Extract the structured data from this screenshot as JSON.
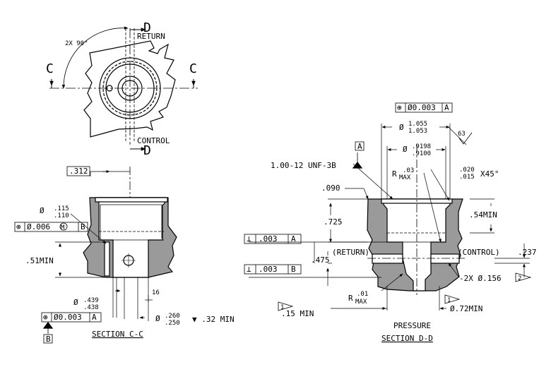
{
  "top_view": {
    "angle_note": "2X 90°",
    "section_c_left": "C",
    "section_c_right": "C",
    "section_d_top": "D",
    "section_d_bottom": "D",
    "return_label": "RETURN",
    "control_label": "CONTROL"
  },
  "section_cc": {
    "offset_dim": ".312",
    "bore_dia_prefix": "Ø",
    "bore_dia_upper": ".115",
    "bore_dia_lower": ".110",
    "position_symbol": "⊕",
    "position_value": "Ø.006",
    "position_modifier": "M",
    "position_datum": "B",
    "min_depth": ".51MIN",
    "dia2_prefix": "Ø",
    "dia2_upper": ".439",
    "dia2_lower": ".438",
    "position2_value": "Ø0.003",
    "position2_datum": "A",
    "datum_b": "B",
    "finish": "16",
    "hole_prefix": "Ø",
    "hole_upper": ".260",
    "hole_lower": ".250",
    "hole_depth": "▼ .32 MIN",
    "title": "SECTION C-C"
  },
  "section_dd": {
    "fcf_value": "Ø0.003",
    "fcf_datum": "A",
    "dia_prefix": "Ø",
    "dia_upper": "1.055",
    "dia_lower": "1.053",
    "finish": "63",
    "datum_a": "A",
    "thread": "1.00-12 UNF-3B",
    "bore_prefix": "Ø",
    "bore_upper": ".9198",
    "bore_lower": ".9100",
    "radius_r": "R",
    "radius_sub": "MAX",
    "radius_val": ".03",
    "chamfer_upper": ".020",
    "chamfer_lower": ".015",
    "chamfer_suffix": "X45°",
    "dim_090": ".090",
    "dim_725": ".725",
    "dim_54": ".54MIN",
    "perp1_symbol": "⊥",
    "perp1_value": ".003",
    "perp1_datum": "A",
    "perp2_symbol": "⊥",
    "perp2_value": ".003",
    "perp2_datum": "B",
    "dim_475": ".475",
    "return_label": "(RETURN)",
    "control_label": "(CONTROL)",
    "dim_237": ".237",
    "holes_note": "-2X Ø.156",
    "flag2": "2",
    "flag1_top": "1",
    "flag1_bottom": "1",
    "dim_15": ".15 MIN",
    "radius2_r": "R",
    "radius2_val": ".01",
    "radius2_sub": "MAX",
    "dia72": "Ø.72MIN",
    "pressure_label": "PRESSURE",
    "title": "SECTION D-D"
  }
}
